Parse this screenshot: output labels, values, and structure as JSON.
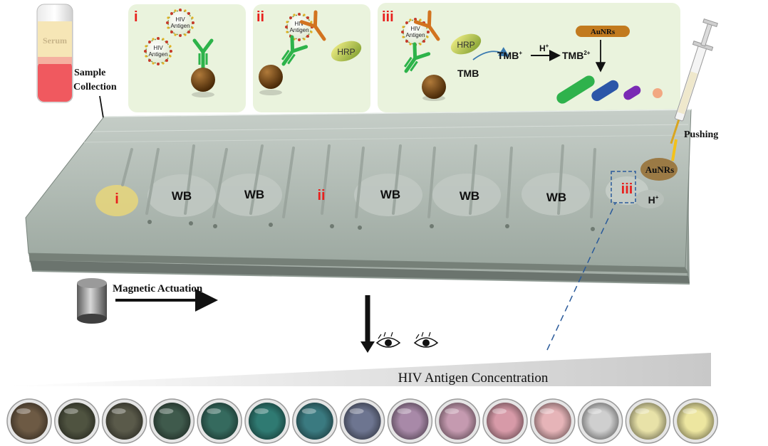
{
  "tube": {
    "label": "Serum",
    "caption_line1": "Sample",
    "caption_line2": "Collection"
  },
  "panels": [
    {
      "numeral": "i",
      "antigen_line1": "HIV",
      "antigen_line2": "Antigen"
    },
    {
      "numeral": "ii",
      "antigen_line1": "HIV",
      "antigen_line2": "Antigen",
      "enzyme": "HRP"
    },
    {
      "numeral": "iii",
      "antigen_line1": "HIV",
      "antigen_line2": "Antigen",
      "enzyme": "HRP",
      "substrate": "TMB",
      "oxidized": "TMB",
      "oxidized_sup": "+",
      "acid": "H",
      "acid_sup": "+",
      "product": "TMB",
      "product_sup": "2+",
      "nanorods": "AuNRs"
    }
  ],
  "chip": {
    "chamber_i": "i",
    "wash": [
      "WB",
      "WB",
      "WB",
      "WB",
      "WB"
    ],
    "chamber_ii": "ii",
    "chamber_iii": "iii",
    "aunrs": "AuNRs",
    "acid": "H",
    "acid_sup": "+",
    "pushing": "Pushing"
  },
  "magnet": {
    "label": "Magnetic Actuation"
  },
  "readout": {
    "concentration_label": "HIV Antigen Concentration"
  },
  "wells": {
    "colors": [
      "#6d5a44",
      "#4f5340",
      "#5a5a4a",
      "#3f5a4c",
      "#356a5e",
      "#2f7a72",
      "#3a7a80",
      "#6d7590",
      "#a889a8",
      "#c59ab0",
      "#d79aa8",
      "#e6b4b8",
      "#cfcfcf",
      "#e8e2a8",
      "#ede6a0"
    ]
  },
  "colors": {
    "numeral": "#e8201d",
    "panel_bg": "#eaf3dd",
    "antibody": "#2db34a",
    "hrp_antibody": "#d2731f",
    "bead": "#6b3f12",
    "chip": "#aab5ad"
  }
}
